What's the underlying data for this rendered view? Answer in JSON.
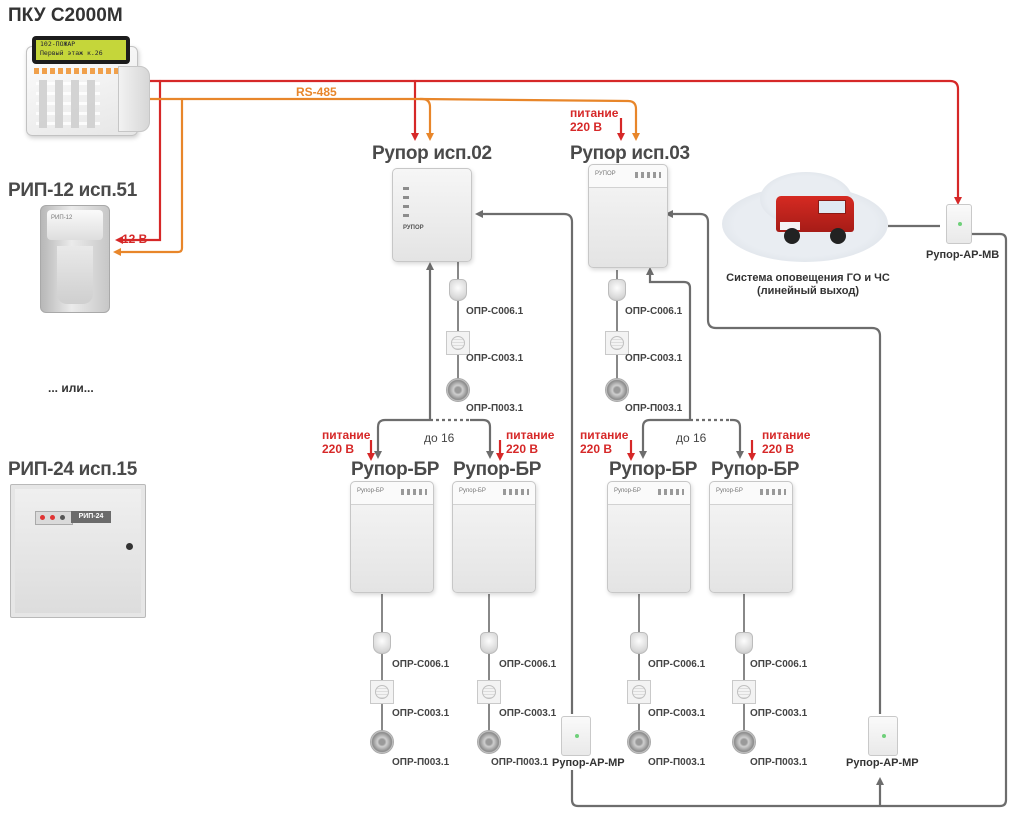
{
  "devices": {
    "pku": "ПКУ С2000М",
    "pku_screen_1": "102-ПОЖАР",
    "pku_screen_2": "Первый этаж к.26",
    "rip12": "РИП-12 исп.51",
    "rip12_front": "РИП-12",
    "or_text": "... или...",
    "rip24": "РИП-24 исп.15",
    "rip24_badge": "РИП-24",
    "rupor02": "Рупор исп.02",
    "rupor03": "Рупор исп.03",
    "rupor_front": "РУПОР",
    "rupor_br": "Рупор-БР",
    "rupor_ar_mv": "Рупор-АР-МВ",
    "rupor_ar_mr": "Рупор-АР-МР"
  },
  "bus": {
    "rs485": "RS-485",
    "v12": "12 В"
  },
  "power": {
    "line1": "питание",
    "line2": "220 В"
  },
  "branch": {
    "count": "до 16"
  },
  "speakers": {
    "opr_c006": "ОПР-С006.1",
    "opr_c003": "ОПР-С003.1",
    "opr_p003": "ОПР-П003.1"
  },
  "go_chs": {
    "caption_line1": "Система оповещения ГО и ЧС",
    "caption_line2": "(линейный выход)"
  },
  "colors": {
    "power_line": "#d62828",
    "rs485_line": "#e8862a",
    "audio_line": "#6d6d6d"
  }
}
